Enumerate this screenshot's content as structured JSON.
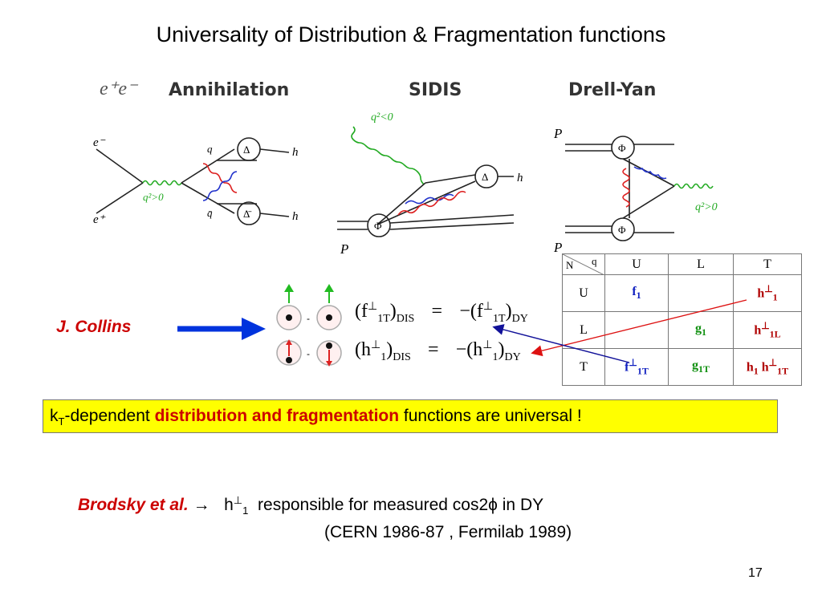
{
  "title": "Universality of Distribution & Fragmentation functions",
  "processes": {
    "annihilation": {
      "prefix": "e⁺e⁻",
      "label": "Annihilation"
    },
    "sidis": {
      "label": "SIDIS"
    },
    "drell_yan": {
      "label": "Drell-Yan"
    }
  },
  "diagram_labels": {
    "annihilation": {
      "e_minus": "e⁻",
      "e_plus": "e⁺",
      "q_top": "q",
      "q_bot": "q̄",
      "q2": "q²>0",
      "h_top": "h",
      "h_bot": "h",
      "frag_top": "Δ",
      "frag_bot": "Δ̄"
    },
    "sidis": {
      "q2": "q²<0",
      "h": "h",
      "frag": "Δ",
      "dist": "Φ",
      "p": "P"
    },
    "drell_yan": {
      "p_top": "P",
      "p_bot": "P",
      "q2": "q²>0",
      "dist_top": "Φ",
      "dist_bot": "Φ"
    }
  },
  "collins": {
    "name": "J. Collins",
    "eq1": {
      "lhs": "(f",
      "lhs_sub": "1T",
      "lhs_sup": "⊥",
      "lhs_tail": ")",
      "lhs_proc": "DIS",
      "eq": "=",
      "rhs": "−(f",
      "rhs_sub": "1T",
      "rhs_sup": "⊥",
      "rhs_tail": ")",
      "rhs_proc": "DY"
    },
    "eq2": {
      "lhs": "(h",
      "lhs_sub": "1",
      "lhs_sup": "⊥",
      "lhs_tail": ")",
      "lhs_proc": "DIS",
      "eq": "=",
      "rhs": "−(h",
      "rhs_sub": "1",
      "rhs_sup": "⊥",
      "rhs_tail": ")",
      "rhs_proc": "DY"
    },
    "minus": "-"
  },
  "table": {
    "corner_N": "N",
    "corner_q": "q",
    "columns": [
      "U",
      "L",
      "T"
    ],
    "rows": [
      {
        "label": "U",
        "cells": [
          {
            "base": "f",
            "sub": "1",
            "sup": "",
            "color": "#1020c0"
          },
          {
            "base": "",
            "sub": "",
            "sup": "",
            "color": ""
          },
          {
            "base": "h",
            "sub": "1",
            "sup": "⊥",
            "color": "#b00000"
          }
        ]
      },
      {
        "label": "L",
        "cells": [
          {
            "base": "",
            "sub": "",
            "sup": "",
            "color": ""
          },
          {
            "base": "g",
            "sub": "1",
            "sup": "",
            "color": "#109010"
          },
          {
            "base": "h",
            "sub": "1L",
            "sup": "⊥",
            "color": "#b00000"
          }
        ]
      },
      {
        "label": "T",
        "cells": [
          {
            "base": "f",
            "sub": "1T",
            "sup": "⊥",
            "color": "#1020c0"
          },
          {
            "base": "g",
            "sub": "1T",
            "sup": "",
            "color": "#109010"
          },
          {
            "base": "h",
            "sub": "1",
            "sup": "",
            "color": "#b00000",
            "base2": "h",
            "sub2": "1T",
            "sup2": "⊥"
          }
        ]
      }
    ]
  },
  "universal": {
    "k": "k",
    "k_sub": "T",
    "pre": "-dependent ",
    "emph": "distribution and fragmentation",
    "post": " functions are universal !"
  },
  "brodsky": {
    "name": "Brodsky et al.",
    "arrow": "→",
    "h": "h",
    "h_sup": "⊥",
    "h_sub": "1",
    "text": "responsible for measured cos2ϕ in DY",
    "refs": "(CERN 1986-87 , Fermilab 1989)"
  },
  "page_number": "17",
  "colors": {
    "emphasis": "#cc0000",
    "box": "#ffff00",
    "arrow": "#0033dd",
    "gluon_red": "#dd2222",
    "gluon_blue": "#2233cc",
    "photon": "#22aa22"
  }
}
